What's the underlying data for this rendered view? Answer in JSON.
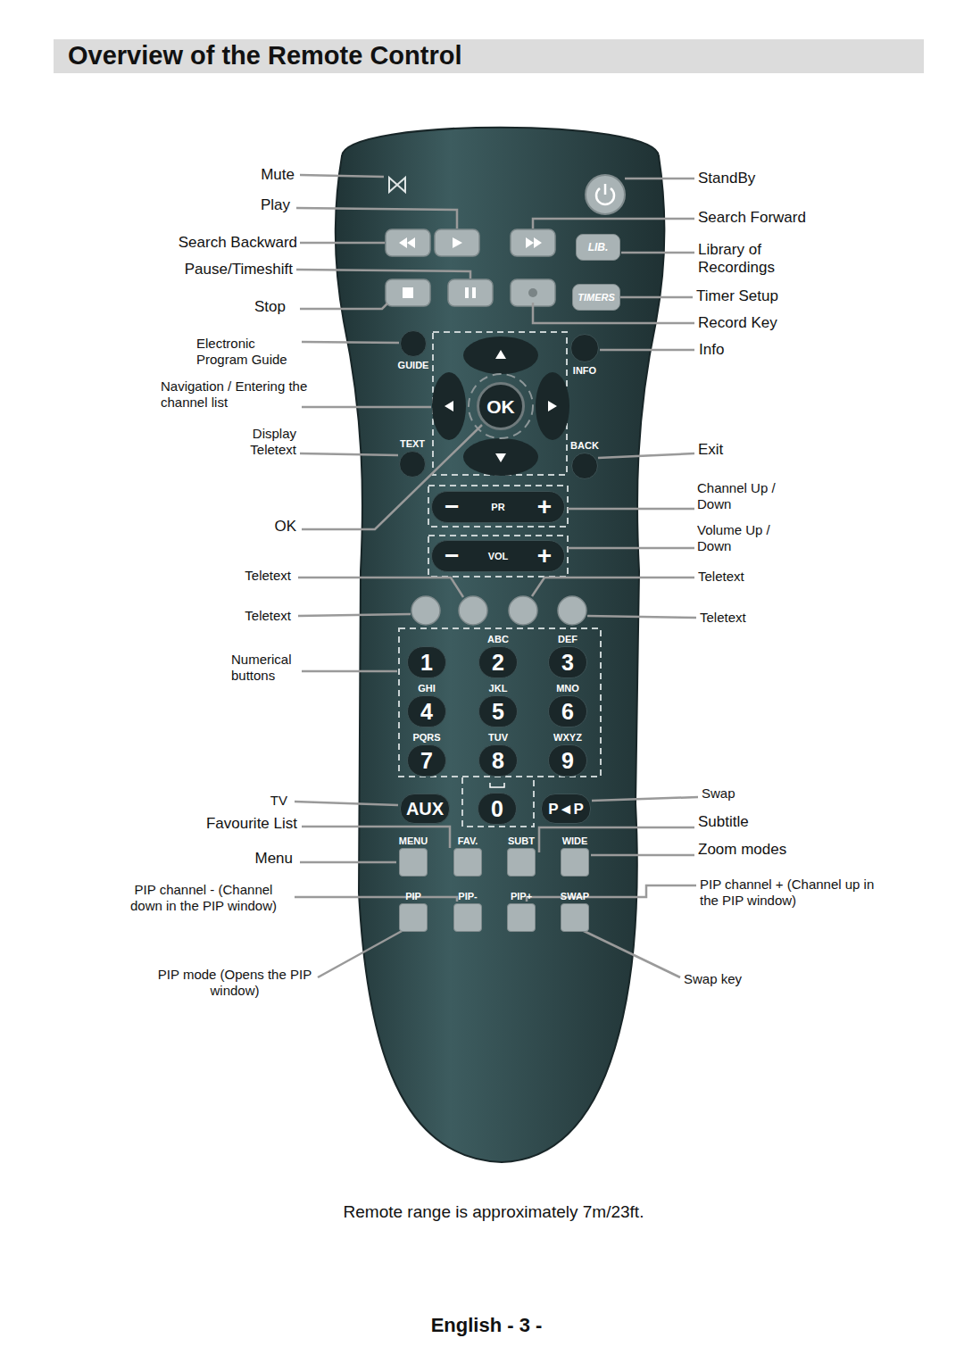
{
  "diagram": {
    "title": "Overview of the Remote Control",
    "caption": "Remote range is approximately 7m/23ft.",
    "nodes": [
      {
        "text": [
          "LIB."
        ]
      },
      {
        "text": [
          "TIMERS"
        ]
      },
      {
        "text": [
          "GUIDE"
        ]
      },
      {
        "text": [
          "INFO"
        ]
      },
      {
        "text": [
          "OK"
        ]
      },
      {
        "text": [
          "TEXT"
        ]
      },
      {
        "text": [
          "BACK"
        ]
      },
      {
        "text": [
          "−",
          "PR",
          "+"
        ]
      },
      {
        "text": [
          "−",
          "VOL",
          "+"
        ]
      },
      {
        "text": [
          "1"
        ]
      },
      {
        "text": [
          "ABC",
          "2"
        ]
      },
      {
        "text": [
          "DEF",
          "3"
        ]
      },
      {
        "text": [
          "GHI",
          "4"
        ]
      },
      {
        "text": [
          "JKL",
          "5"
        ]
      },
      {
        "text": [
          "MNO",
          "6"
        ]
      },
      {
        "text": [
          "PQRS",
          "7"
        ]
      },
      {
        "text": [
          "TUV",
          "8"
        ]
      },
      {
        "text": [
          "WXYZ",
          "9"
        ]
      },
      {
        "text": [
          "AUX"
        ]
      },
      {
        "text": [
          "0"
        ]
      },
      {
        "text": [
          "P◄P"
        ]
      },
      {
        "text": [
          "MENU"
        ]
      },
      {
        "text": [
          "FAV."
        ]
      },
      {
        "text": [
          "SUBT"
        ]
      },
      {
        "text": [
          "WIDE"
        ]
      },
      {
        "text": [
          "PIP"
        ]
      },
      {
        "text": [
          "PIP-"
        ]
      },
      {
        "text": [
          "PIP+"
        ]
      },
      {
        "text": [
          "SWAP"
        ]
      }
    ],
    "labels": [
      "Mute",
      "Play",
      "Search Backward",
      "Pause/Timeshift",
      "Stop",
      "Electronic Program Guide",
      "Navigation / Entering the channel list",
      "Display Teletext",
      "OK",
      "Teletext",
      "Teletext",
      "Numerical buttons",
      "TV",
      "Favourite List",
      "Menu",
      "PIP channel - (Channel down in the PIP window)",
      "PIP mode (Opens the PIP window)",
      "StandBy",
      "Search Forward",
      "Library of Recordings",
      "Timer Setup",
      "Record Key",
      "Info",
      "Exit",
      "Channel Up / Down",
      "Volume Up / Down",
      "Teletext",
      "Teletext",
      "Swap",
      "Subtitle",
      "Zoom modes",
      "PIP channel + (Channel up in the PIP window)",
      "Swap key",
      "English - 3 -"
    ]
  }
}
